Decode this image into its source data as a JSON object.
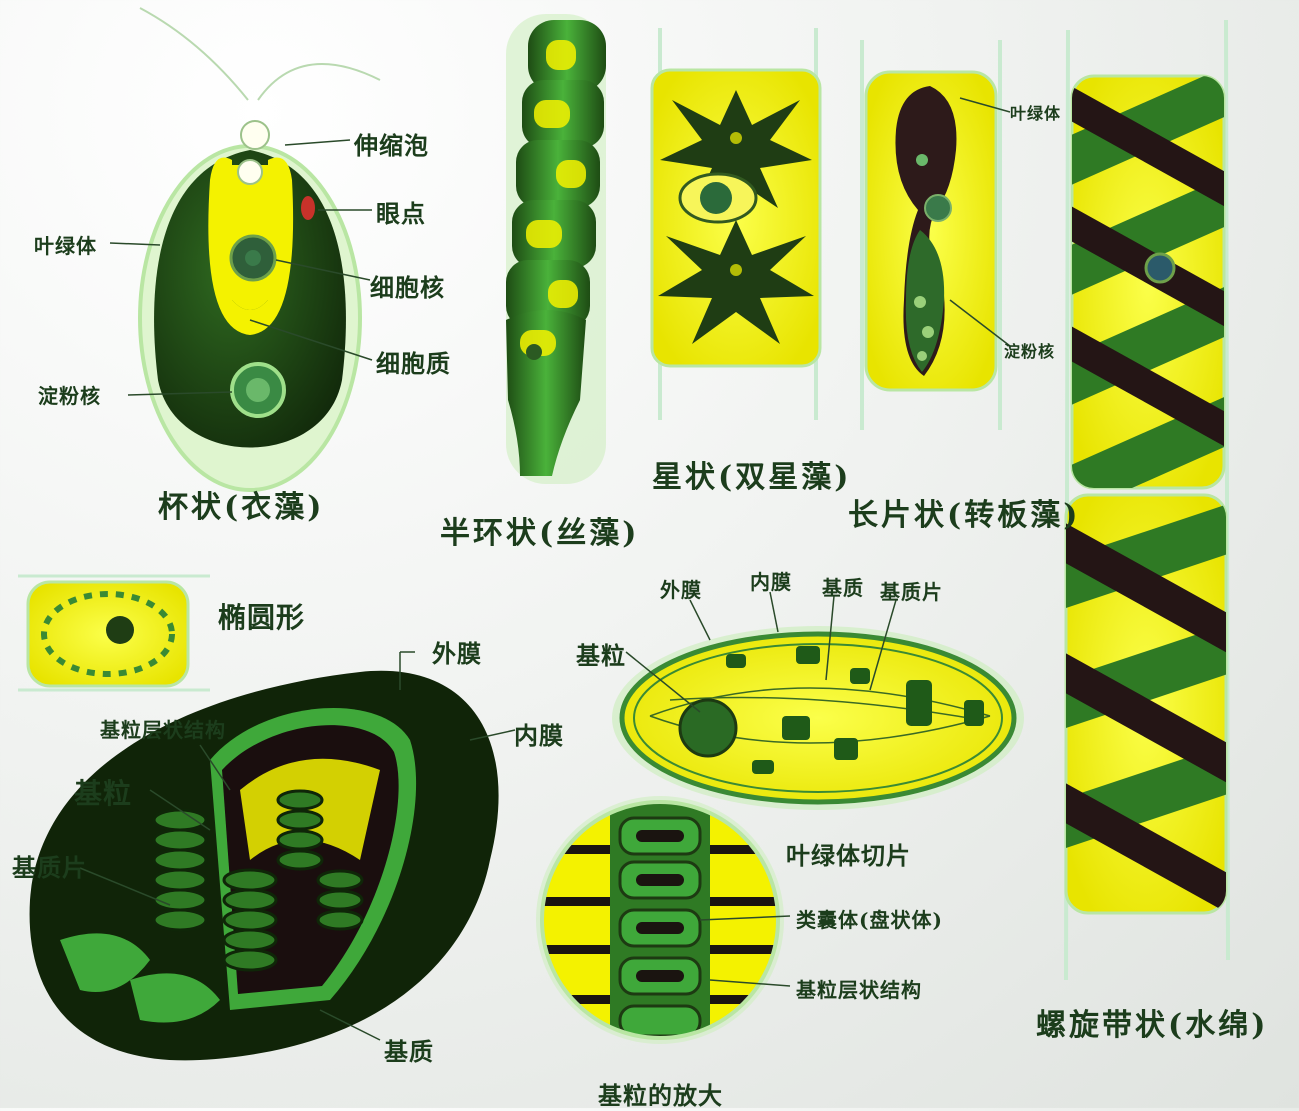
{
  "figures": {
    "chlamydomonas": {
      "caption": "杯状(衣藻)",
      "labels": {
        "contractile_vacuole": "伸缩泡",
        "eyespot": "眼点",
        "chloroplast": "叶绿体",
        "nucleus": "细胞核",
        "cytoplasm": "细胞质",
        "pyrenoid": "淀粉核"
      }
    },
    "ulothrix": {
      "caption": "半环状(丝藻)"
    },
    "zygnema": {
      "caption": "星状(双星藻)"
    },
    "mougeotia": {
      "caption": "长片状(转板藻)",
      "labels": {
        "chloroplast": "叶绿体",
        "pyrenoid": "淀粉核"
      }
    },
    "spirogyra": {
      "caption": "螺旋带状(水绵)"
    },
    "ellipsoid": {
      "caption": "椭圆形"
    },
    "chloroplast_3d": {
      "labels": {
        "outer_membrane": "外膜",
        "inner_membrane": "内膜",
        "grana_lamellae": "基粒层状结构",
        "granum": "基粒",
        "stroma_lamella": "基质片",
        "stroma": "基质"
      }
    },
    "chloroplast_section": {
      "caption": "叶绿体切片",
      "labels": {
        "outer_membrane": "外膜",
        "inner_membrane": "内膜",
        "stroma": "基质",
        "stroma_lamella": "基质片",
        "granum": "基粒"
      }
    },
    "granum_enlarged": {
      "caption": "基粒的放大",
      "labels": {
        "thylakoid": "类囊体(盘状体)",
        "grana_lamellae": "基粒层状结构"
      }
    }
  },
  "colors": {
    "yellow": "#f4f200",
    "dark_green": "#1d3a12",
    "green": "#2f7a24",
    "bright_green": "#3fa83a",
    "outline": "#b9e6a3",
    "label": "#1c3d1c"
  }
}
